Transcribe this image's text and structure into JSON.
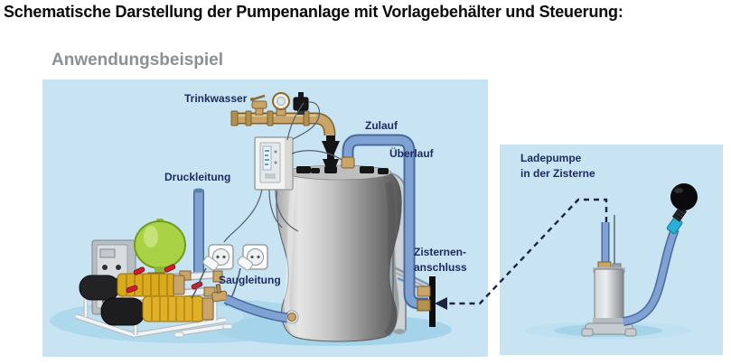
{
  "page": {
    "title": "Schematische Darstellung der Pumpenanlage mit Vorlagebehälter und Steuerung:",
    "subtitle": "Anwendungsbeispiel"
  },
  "diagram": {
    "labels": {
      "trinkwasser": "Trinkwasser",
      "zulauf": "Zulauf",
      "ueberlauf": "Überlauf",
      "druckleitung": "Druckleitung",
      "saugleitung": "Saugleitung",
      "zisternenanschluss_line1": "Zisternen-",
      "zisternenanschluss_line2": "anschluss",
      "ladepumpe_line1": "Ladepumpe",
      "ladepumpe_line2": "in der Zisterne"
    }
  },
  "colors": {
    "panel_background": "#c8e4f2",
    "label_text": "#1c2a5e",
    "title_text": "#0a0a0a",
    "subtitle_text": "#8b9094",
    "pipe_blue": "#7fa2d2",
    "pipe_blue_casing": "#47699e",
    "pipe_gray": "#cdd2d7",
    "brass": "#c9a569",
    "tank_gray": "#9a9a9a",
    "vessel_green": "#aad245",
    "pump_yellow": "#d9a91e",
    "motor_black": "#1d1d20",
    "floor_shadow": "#a5d3ea",
    "arrow_navy": "#1b2440"
  }
}
